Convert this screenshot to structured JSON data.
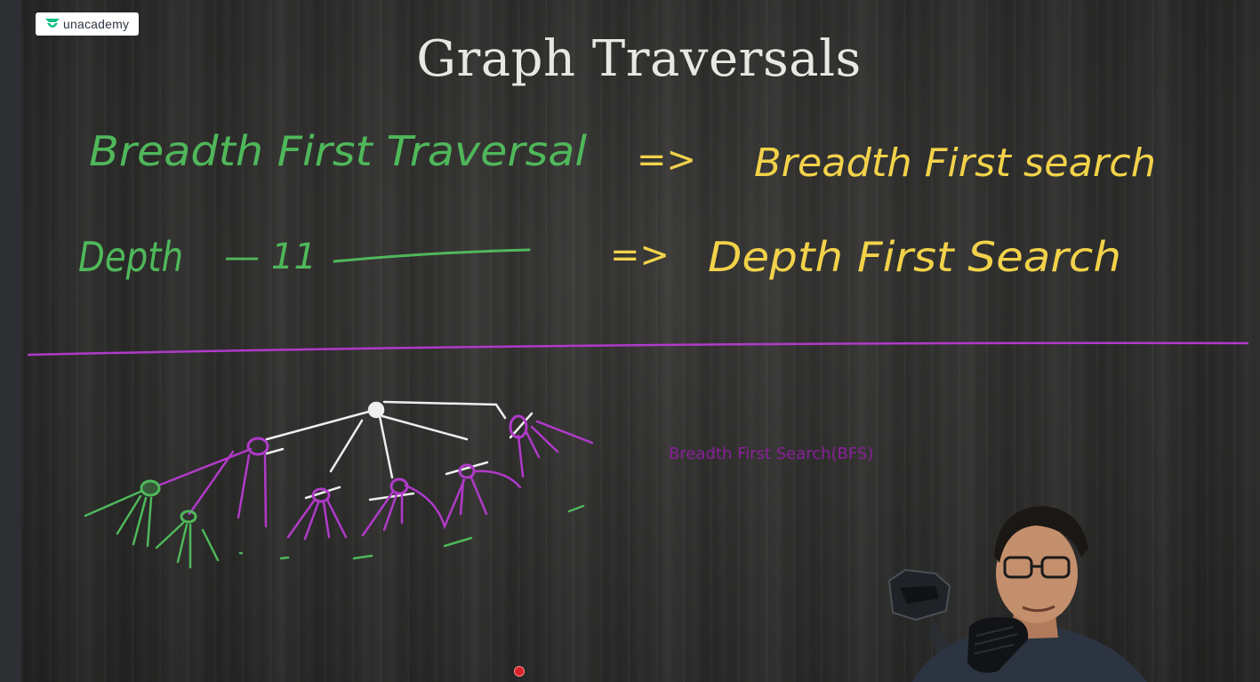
{
  "brand": {
    "name": "unacademy",
    "icon": "unacademy-logo-icon",
    "color": "#08bd80"
  },
  "slide": {
    "title": "Graph Traversals"
  },
  "annotations": {
    "line1_left": "Breadth First Traversal",
    "line1_arrow": "=>",
    "line1_right": "Breadth First search",
    "line2_left": "Depth",
    "line2_ditto": "— 11",
    "line2_arrow": "=>",
    "line2_right": "Depth First Search"
  },
  "caption": {
    "text": "Breadth First Search(BFS)"
  },
  "colors": {
    "green_ink": "#4fb85a",
    "yellow_ink": "#f2d24a",
    "purple_ink": "#b03ac8",
    "white_ink": "#eeeeee",
    "caption": "#8a1f9a"
  }
}
